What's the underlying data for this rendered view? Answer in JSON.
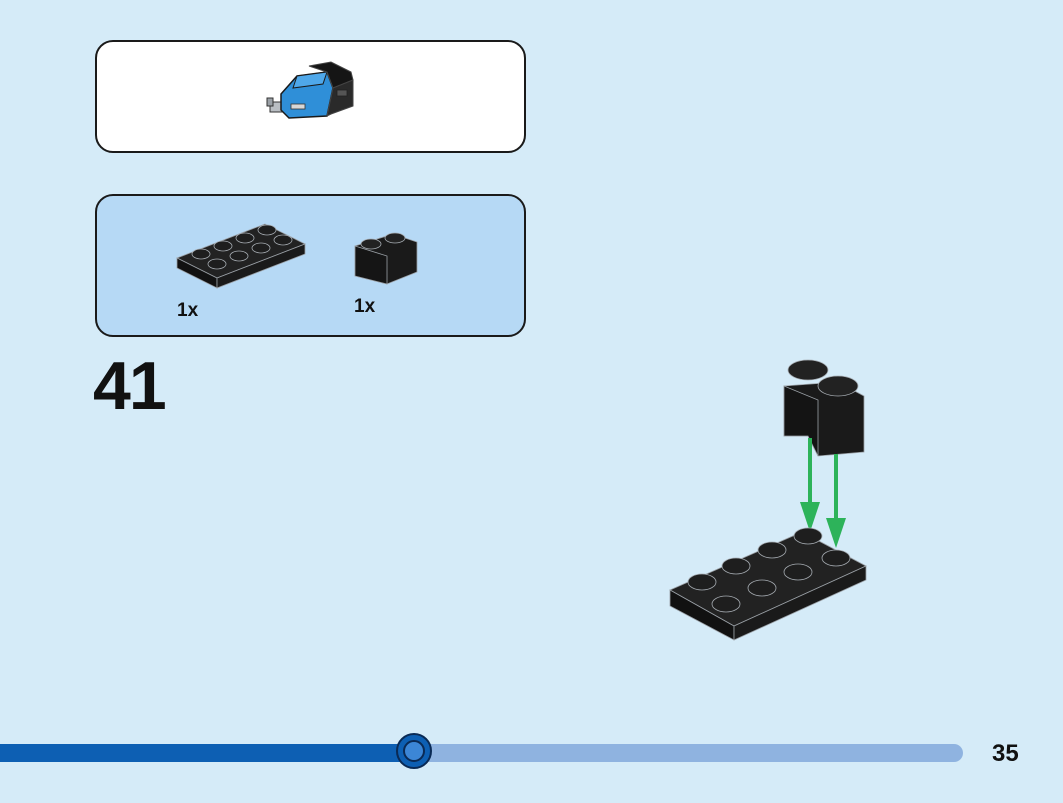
{
  "step": {
    "number": "41"
  },
  "parts": [
    {
      "name": "plate-2x4",
      "color": "#1b1b1b",
      "quantity": "1x"
    },
    {
      "name": "brick-1x2-curved",
      "color": "#1b1b1b",
      "quantity": "1x"
    }
  ],
  "submodel": {
    "icon": "blue-cab-submodel-icon",
    "accent": "#2f8fd8"
  },
  "assembly": {
    "arrow_color": "#2db35a",
    "arrow_count": 2
  },
  "page": {
    "number": "35"
  },
  "progress": {
    "fraction": 0.43
  },
  "colors": {
    "background": "#d5ebf8",
    "parts_panel": "#b6d9f5",
    "progress": "#0d5fb3",
    "progress_track": "#8fb3e0"
  }
}
